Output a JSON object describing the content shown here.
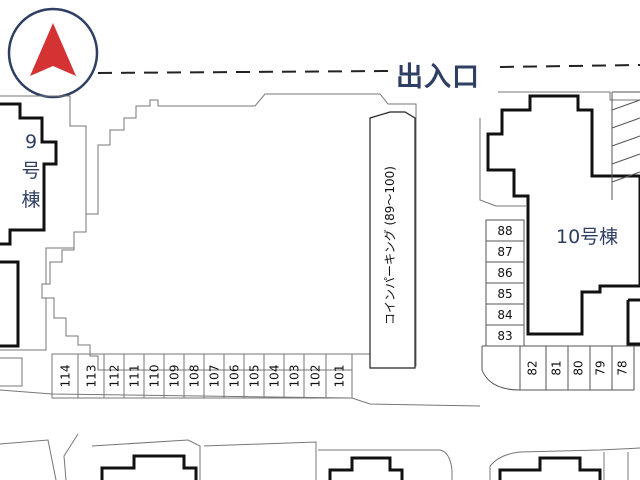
{
  "map": {
    "entrance_label": "出入口",
    "building_9_label": [
      "9",
      "号",
      "棟"
    ],
    "building_10_label": "10号棟",
    "coin_parking_label": "コインパーキング (89～100)",
    "north_icon": "north-arrow-icon",
    "colors": {
      "label_text": "#2f3f64",
      "north_arrow": "#d53333",
      "outline": "#111111",
      "thin_line": "#777777",
      "dashed_line": "#222222"
    },
    "bottom_slots": [
      "114",
      "113",
      "112",
      "111",
      "110",
      "109",
      "108",
      "107",
      "106",
      "105",
      "104",
      "103",
      "102",
      "101"
    ],
    "right_column_slots": [
      "88",
      "87",
      "86",
      "85",
      "84",
      "83"
    ],
    "right_bottom_slots": [
      "82",
      "81",
      "80",
      "79",
      "78"
    ]
  }
}
